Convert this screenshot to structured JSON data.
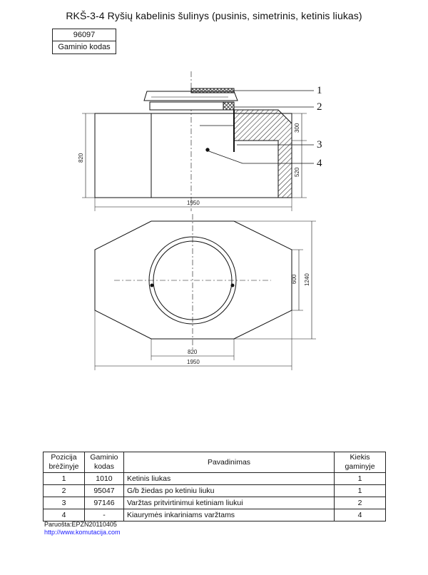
{
  "title": "RKŠ-3-4 Ryšių kabelinis šulinys (pusinis, simetrinis, ketinis liukas)",
  "product_code": {
    "value": "96097",
    "label": "Gaminio kodas"
  },
  "drawing": {
    "callouts": [
      "1",
      "2",
      "3",
      "4"
    ],
    "dimensions": {
      "side_height": "820",
      "side_top": "300",
      "side_bottom": "520",
      "side_width": "1950",
      "plan_opening": "600",
      "plan_height": "1240",
      "plan_inner_width": "820",
      "plan_width": "1950"
    }
  },
  "table": {
    "headers": [
      "Pozicija brėžinyje",
      "Gaminio kodas",
      "Pavadinimas",
      "Kiekis gaminyje"
    ],
    "rows": [
      {
        "pos": "1",
        "code": "1010",
        "name": "Ketinis liukas",
        "qty": "1"
      },
      {
        "pos": "2",
        "code": "95047",
        "name": "G/b žiedas po ketiniu liuku",
        "qty": "1"
      },
      {
        "pos": "3",
        "code": "97146",
        "name": "Varžtas pritvirtinimui ketiniam liukui",
        "qty": "2"
      },
      {
        "pos": "4",
        "code": "-",
        "name": "Kiaurymės inkariniams varžtams",
        "qty": "4"
      }
    ]
  },
  "footer": {
    "prepared": "Paruošta:EPZN20110405",
    "link": "http://www.komutacija.com"
  }
}
